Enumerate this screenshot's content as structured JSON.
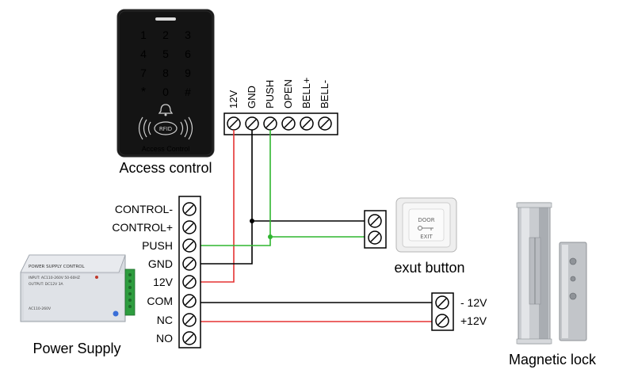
{
  "access_control": {
    "caption": "Access control",
    "keypad_keys": [
      "1",
      "2",
      "3",
      "4",
      "5",
      "6",
      "7",
      "8",
      "9",
      "*",
      "0",
      "#"
    ],
    "rfid_label": "RFID",
    "device_text": "Access Control",
    "terminals": [
      "12V",
      "GND",
      "PUSH",
      "OPEN",
      "BELL+",
      "BELL-"
    ]
  },
  "power_supply": {
    "caption": "Power Supply",
    "terminals": [
      "CONTROL-",
      "CONTROL+",
      "PUSH",
      "GND",
      "12V",
      "COM",
      "NC",
      "NO"
    ],
    "device_title": "POWER SUPPLY CONTROL",
    "device_input": "INPUT: AC110-260V 50-60HZ",
    "device_output": "OUTPUT: DC12V 3A",
    "device_model": "AC110-260V"
  },
  "exit_button": {
    "caption": "exut button",
    "plate_top": "DOOR",
    "plate_bottom": "EXIT"
  },
  "magnetic_lock": {
    "caption": "Magnetic lock",
    "terminals": [
      "- 12V",
      "+12V"
    ]
  },
  "colors": {
    "red_wire": "#e53333",
    "black_wire": "#000000",
    "green_wire": "#2fb52f",
    "device_black": "#111111"
  }
}
